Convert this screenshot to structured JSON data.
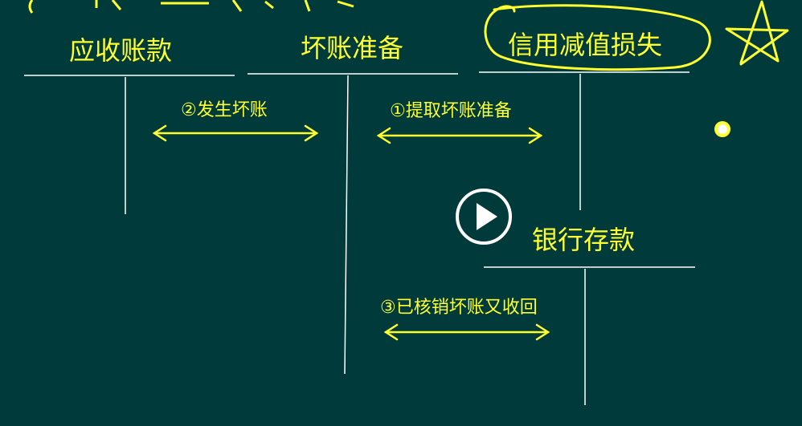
{
  "accounts": {
    "receivables": "应收账款",
    "bad_debt_allowance": "坏账准备",
    "credit_impairment_loss": "信用减值损失",
    "bank_deposit": "银行存款"
  },
  "annotations": {
    "bad_debt_occurs": "②发生坏账",
    "provision": "①提取坏账准备",
    "recovery": "③已核销坏账又收回"
  },
  "colors": {
    "background": "#003a3b",
    "text": "#ffff2e",
    "lines": "#ffffff"
  },
  "icons": [
    "play-icon",
    "star-icon",
    "dot-icon"
  ]
}
